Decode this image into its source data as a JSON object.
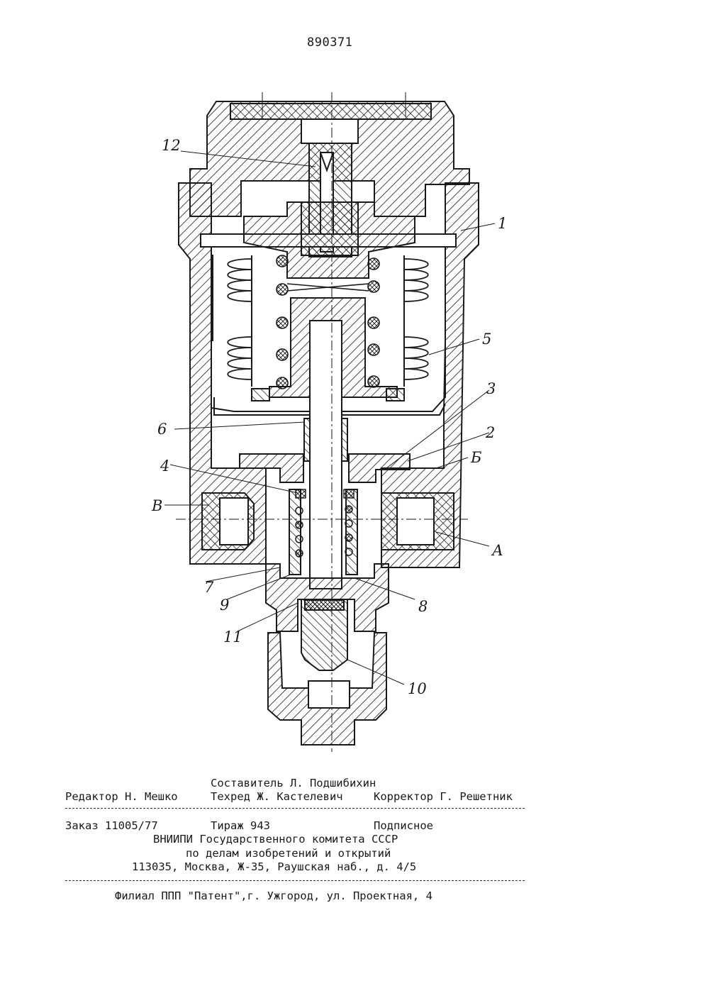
{
  "document": {
    "patent_number": "890371"
  },
  "figure": {
    "labels": [
      "12",
      "1",
      "5",
      "3",
      "6",
      "2",
      "Б",
      "4",
      "В",
      "А",
      "7",
      "9",
      "8",
      "11",
      "10"
    ]
  },
  "imprint": {
    "compiler": "Составитель Л. Подшибихин",
    "editor": "Редактор Н. Мешко",
    "techred": "Техред Ж. Кастелевич",
    "corrector": "Корректор Г. Решетник",
    "order": "Заказ 11005/77",
    "circulation": "Тираж 943",
    "subscription": "Подписное",
    "org_line1": "ВНИИПИ Государственного комитета СССР",
    "org_line2": "по делам изобретений и открытий",
    "org_address": "113035, Москва, Ж-35, Раушская наб., д. 4/5",
    "branch": "Филиал ППП \"Патент\",г. Ужгород, ул. Проектная, 4"
  }
}
